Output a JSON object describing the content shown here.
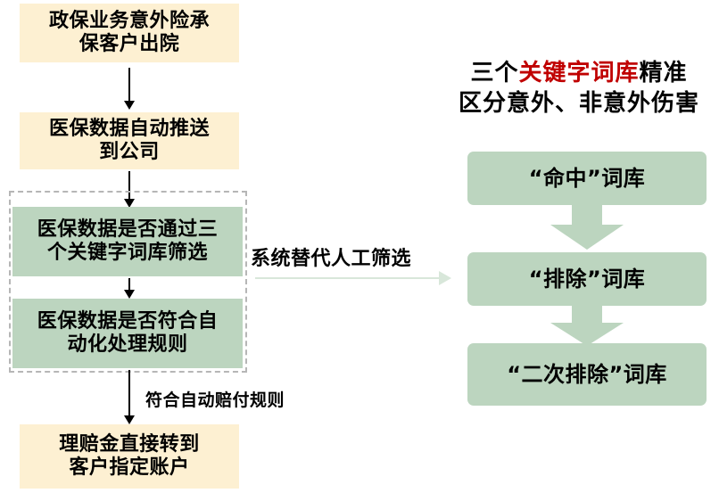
{
  "diagram": {
    "left_flow": {
      "steps": [
        {
          "id": "step-1",
          "text": "政保业务意外险承\n保客户出院",
          "style": "cream"
        },
        {
          "id": "step-2",
          "text": "医保数据自动推送\n到公司",
          "style": "cream"
        },
        {
          "id": "step-3",
          "text": "医保数据是否通过三\n个关键字词库筛选",
          "style": "green"
        },
        {
          "id": "step-4",
          "text": "医保数据是否符合自\n动化处理规则",
          "style": "green"
        },
        {
          "id": "step-5",
          "text": "理赔金直接转到\n客户指定账户",
          "style": "cream"
        }
      ],
      "edge_label": "符合自动赔付规则",
      "grouped_region_label": ""
    },
    "connector": {
      "label": "系统替代人工筛选"
    },
    "right_panel": {
      "title_parts": [
        {
          "text": "三个",
          "highlight": false
        },
        {
          "text": "关键字词库",
          "highlight": true
        },
        {
          "text": "精准",
          "highlight": false
        }
      ],
      "title_line2": "区分意外、非意外伤害",
      "boxes": [
        {
          "id": "lexicon-1",
          "text": "“命中”词库"
        },
        {
          "id": "lexicon-2",
          "text": "“排除”词库"
        },
        {
          "id": "lexicon-3",
          "text": "“二次排除”词库"
        }
      ]
    },
    "colors": {
      "cream": "#fdf0d2",
      "green": "#bcd5bf",
      "highlight_red": "#c00000",
      "dashed_border": "#b6b6b6",
      "connector_green": "#d8e7da"
    }
  }
}
